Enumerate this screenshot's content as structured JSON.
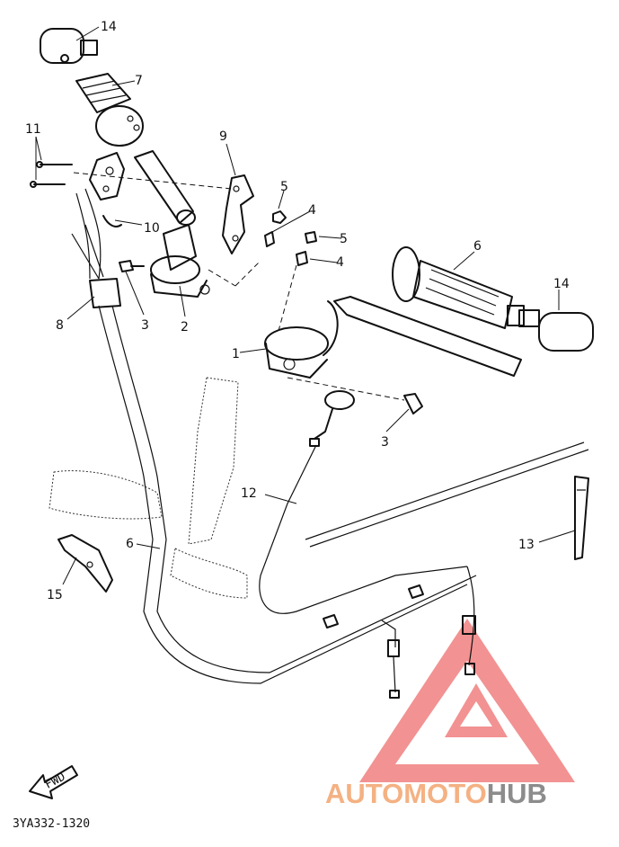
{
  "callouts": [
    {
      "id": "c14a",
      "text": "14"
    },
    {
      "id": "c7",
      "text": "7"
    },
    {
      "id": "c11",
      "text": "11"
    },
    {
      "id": "c9",
      "text": "9"
    },
    {
      "id": "c5a",
      "text": "5"
    },
    {
      "id": "c4a",
      "text": "4"
    },
    {
      "id": "c5b",
      "text": "5"
    },
    {
      "id": "c4b",
      "text": "4"
    },
    {
      "id": "c10",
      "text": "10"
    },
    {
      "id": "c6",
      "text": "6"
    },
    {
      "id": "c14b",
      "text": "14"
    },
    {
      "id": "c8",
      "text": "8"
    },
    {
      "id": "c3a",
      "text": "3"
    },
    {
      "id": "c2",
      "text": "2"
    },
    {
      "id": "c1",
      "text": "1"
    },
    {
      "id": "c3b",
      "text": "3"
    },
    {
      "id": "c12",
      "text": "12"
    },
    {
      "id": "c13",
      "text": "13"
    },
    {
      "id": "c15",
      "text": "15"
    },
    {
      "id": "c6b",
      "text": "6"
    }
  ],
  "fwd_label": "FWD",
  "diagram_code": "3YA332-1320",
  "watermark": {
    "part1": "AUTOMOTO",
    "part2": "HUB",
    "color1": "#f4b183",
    "color2": "#8c8c8c",
    "triangle_color": "#f08080"
  }
}
